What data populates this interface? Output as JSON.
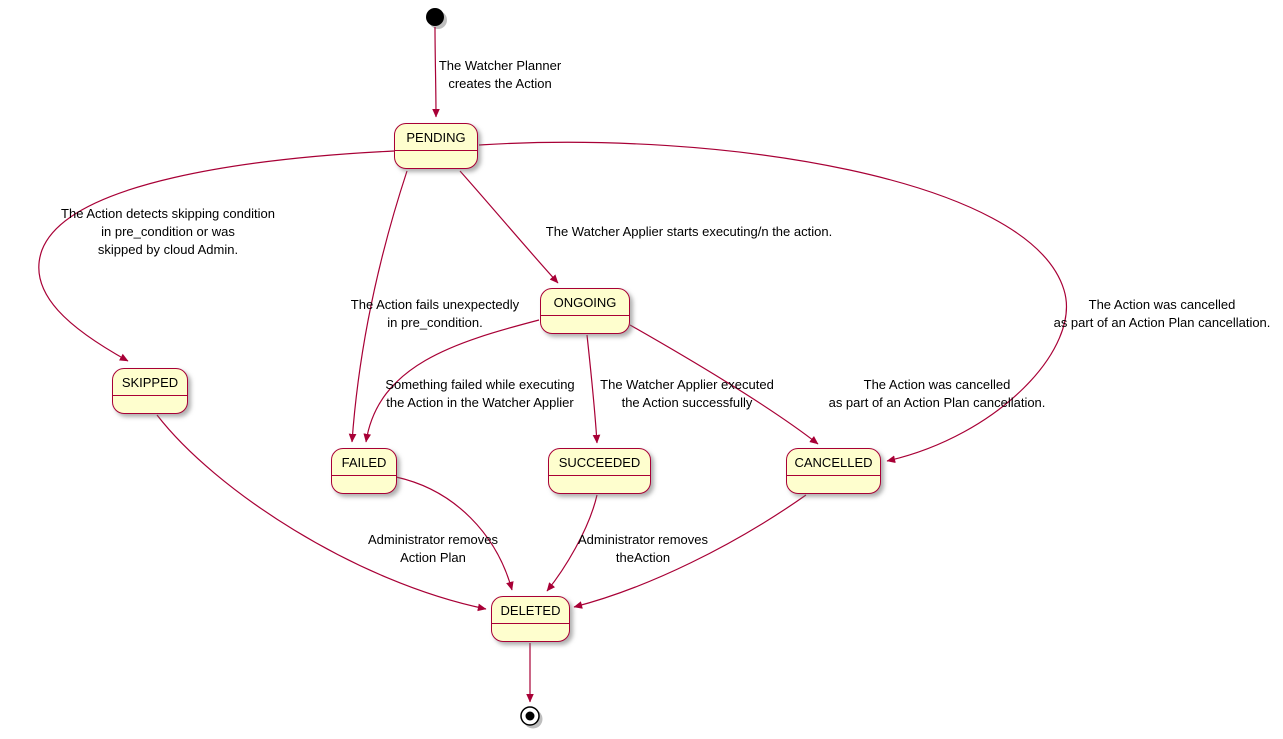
{
  "diagram": {
    "type": "uml-state-diagram",
    "colors": {
      "edge": "#A80036",
      "state_fill": "#FEFECE",
      "state_border": "#A80036",
      "text": "#000000",
      "initial_final": "#000000"
    },
    "states": {
      "pending": "PENDING",
      "ongoing": "ONGOING",
      "skipped": "SKIPPED",
      "failed": "FAILED",
      "succeeded": "SUCCEEDED",
      "cancelled": "CANCELLED",
      "deleted": "DELETED"
    },
    "transitions": [
      {
        "from": "start",
        "to": "PENDING",
        "label": "The Watcher Planner\ncreates the Action"
      },
      {
        "from": "PENDING",
        "to": "SKIPPED",
        "label": "The Action detects skipping condition\nin pre_condition or was\nskipped by cloud Admin."
      },
      {
        "from": "PENDING",
        "to": "FAILED",
        "label": "The Action fails unexpectedly\nin pre_condition."
      },
      {
        "from": "PENDING",
        "to": "ONGOING",
        "label": "The Watcher Applier starts executing/n the action."
      },
      {
        "from": "PENDING",
        "to": "CANCELLED",
        "label": "The Action was cancelled\nas part of an Action Plan cancellation."
      },
      {
        "from": "ONGOING",
        "to": "FAILED",
        "label": "Something failed while executing\nthe Action in the Watcher Applier"
      },
      {
        "from": "ONGOING",
        "to": "SUCCEEDED",
        "label": "The Watcher Applier executed\nthe Action successfully"
      },
      {
        "from": "ONGOING",
        "to": "CANCELLED",
        "label": "The Action was cancelled\nas part of an Action Plan cancellation."
      },
      {
        "from": "SKIPPED",
        "to": "DELETED",
        "label": ""
      },
      {
        "from": "FAILED",
        "to": "DELETED",
        "label": "Administrator removes\nAction Plan"
      },
      {
        "from": "SUCCEEDED",
        "to": "DELETED",
        "label": "Administrator removes\ntheAction"
      },
      {
        "from": "CANCELLED",
        "to": "DELETED",
        "label": ""
      },
      {
        "from": "DELETED",
        "to": "end",
        "label": ""
      }
    ]
  }
}
